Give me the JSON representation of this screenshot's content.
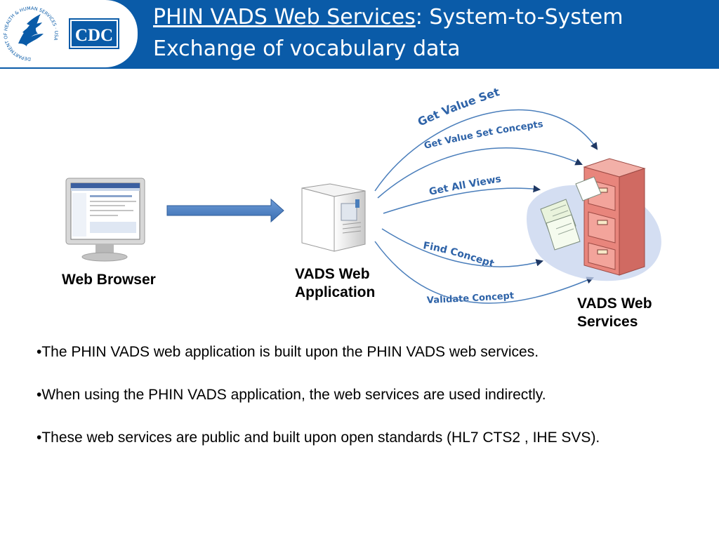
{
  "header": {
    "title_link": "PHIN VADS Web Services",
    "title_rest": ": System-to-System Exchange of vocabulary data",
    "logo_text": "CDC",
    "seal_text": "DEPARTMENT OF HEALTH & HUMAN SERVICES · USA"
  },
  "diagram": {
    "nodes": {
      "web_browser": "Web Browser",
      "vads_app_line1": "VADS Web",
      "vads_app_line2": "Application",
      "vads_services_line1": "VADS Web",
      "vads_services_line2": "Services"
    },
    "operations": [
      "Get Value Set",
      "Get Value Set Concepts",
      "Get All Views",
      "Find Concept",
      "Validate Concept"
    ]
  },
  "bullets": [
    "•The PHIN VADS web application is built upon the PHIN VADS web services.",
    "•When using the PHIN VADS application, the web services are used indirectly.",
    "•These web services are public and built upon open standards (HL7 CTS2 , IHE SVS)."
  ],
  "colors": {
    "header_blue": "#0a5ba8",
    "arrow_blue": "#4a7ebb",
    "cabinet": "#d9736a"
  }
}
